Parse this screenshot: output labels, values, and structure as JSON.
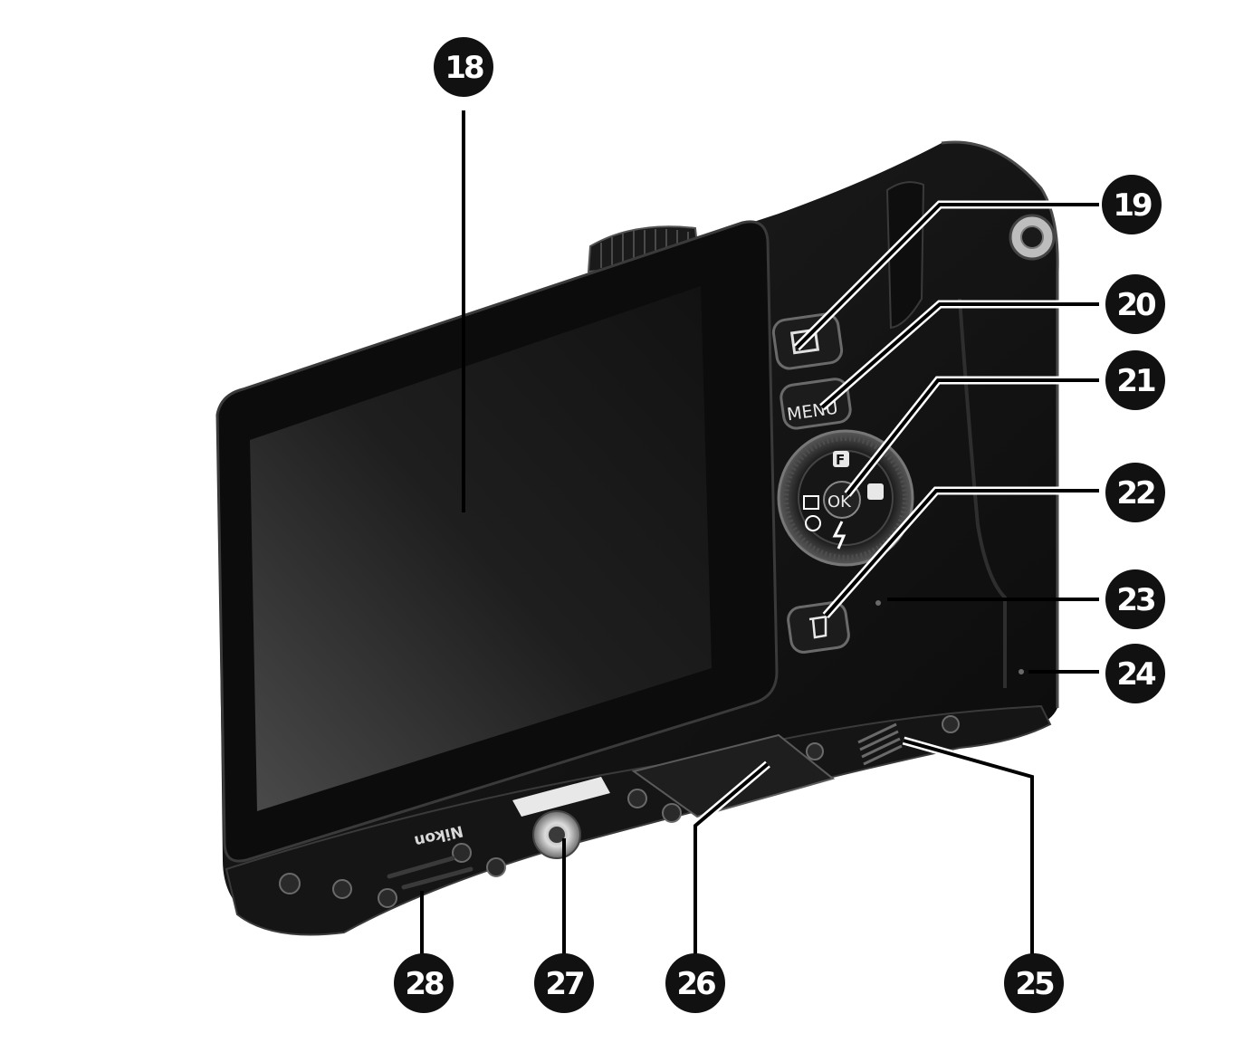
{
  "diagram": {
    "callouts": [
      {
        "id": "c18",
        "label": "18"
      },
      {
        "id": "c19",
        "label": "19"
      },
      {
        "id": "c20",
        "label": "20"
      },
      {
        "id": "c21",
        "label": "21"
      },
      {
        "id": "c22",
        "label": "22"
      },
      {
        "id": "c23",
        "label": "23"
      },
      {
        "id": "c24",
        "label": "24"
      },
      {
        "id": "c25",
        "label": "25"
      },
      {
        "id": "c26",
        "label": "26"
      },
      {
        "id": "c27",
        "label": "27"
      },
      {
        "id": "c28",
        "label": "28"
      }
    ],
    "camera": {
      "menu_button_label": "MENU",
      "ok_label": "OK",
      "brand_label": "Nikon",
      "dial_top_glyph": "F"
    },
    "colors": {
      "body": "#141414",
      "screen": "#1c1c1c",
      "callout_fill": "#111111",
      "leader": "#000000"
    }
  }
}
